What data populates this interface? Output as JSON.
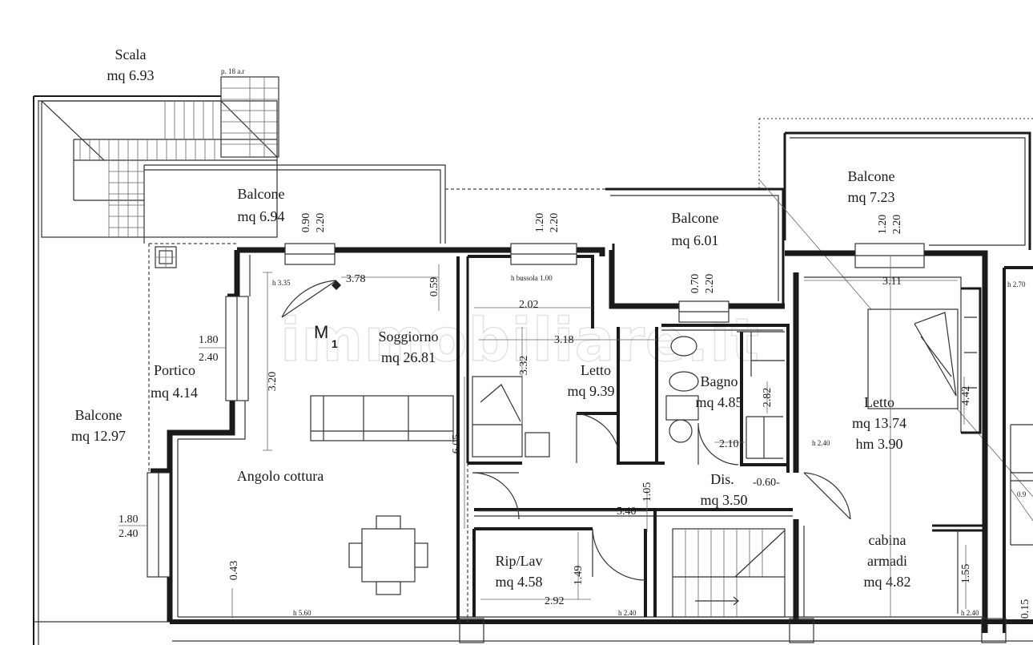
{
  "watermark": "immobiliare.it",
  "rooms": {
    "scala": {
      "name": "Scala",
      "area": "mq 6.93"
    },
    "balcone_top": {
      "name": "Balcone",
      "area": "mq 6.94"
    },
    "balcone_mid": {
      "name": "Balcone",
      "area": "mq 6.01"
    },
    "balcone_right": {
      "name": "Balcone",
      "area": "mq 7.23"
    },
    "balcone_left": {
      "name": "Balcone",
      "area": "mq 12.97"
    },
    "portico": {
      "name": "Portico",
      "area": "mq 4.14"
    },
    "soggiorno": {
      "name": "Soggiorno",
      "area": "mq 26.81"
    },
    "angolo": {
      "name": "Angolo cottura"
    },
    "letto1": {
      "name": "Letto",
      "area": "mq 9.39"
    },
    "bagno": {
      "name": "Bagno",
      "area": "mq 4.85"
    },
    "letto2": {
      "name": "Letto",
      "area": "mq 13.74",
      "height": "hm 3.90"
    },
    "dis": {
      "name": "Dis.",
      "area": "mq 3.50"
    },
    "rip": {
      "name": "Rip/Lav",
      "area": "mq 4.58"
    },
    "cabina": {
      "name": "cabina",
      "name2": "armadi",
      "area": "mq 4.82"
    }
  },
  "marker": {
    "main": "M",
    "sub": "1"
  },
  "dimensions": {
    "d_3_78": "3.78",
    "d_3_11": "3.11",
    "d_2_02": "2.02",
    "d_3_18": "3.18",
    "d_2_10": "2.10",
    "d_0_60": "-0.60-",
    "d_5_40": "5.40",
    "d_2_92": "2.92",
    "d_3_20": "3.20",
    "d_3_32": "3.32",
    "d_6_05": "6.05",
    "d_0_59": "0.59",
    "d_1_05": "1.05",
    "d_1_49": "1.49",
    "d_2_82": "2.82",
    "d_4_42": "4.42",
    "d_1_55": "1.55",
    "d_0_43": "0.43",
    "d_0_15": "0.15",
    "win_left_a1": "1.80",
    "win_left_a2": "2.40",
    "win_left_b1": "1.80",
    "win_left_b2": "2.40",
    "win_top1_a": "0.90",
    "win_top1_b": "2.20",
    "win_top2_a": "1.20",
    "win_top2_b": "2.20",
    "win_top3_a": "0.70",
    "win_top3_b": "2.20",
    "win_top4_a": "1.20",
    "win_top4_b": "2.20"
  },
  "notes": {
    "h_soggiorno": "h 3.35",
    "h_letto": "h bussola 1.00",
    "h_bottom_left": "h 5.60",
    "h_bottom_mid": "h 2.40",
    "h_bottom_right": "h 2.40",
    "h_letto2": "h 2.40",
    "h_far_right": "h 2.70",
    "scala_top": "p. 18 a.r",
    "far_right_dim": "0.9"
  }
}
